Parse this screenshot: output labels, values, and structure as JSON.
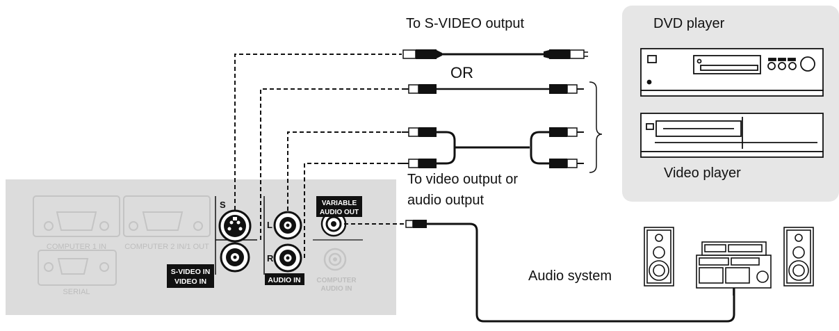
{
  "labels": {
    "svideo_output": "To S-VIDEO output",
    "or": "OR",
    "video_audio_output_line1": "To video output or",
    "video_audio_output_line2": "audio output",
    "dvd_player": "DVD player",
    "video_player": "Video player",
    "audio_system": "Audio system"
  },
  "panel": {
    "s_jack": "S",
    "left_channel": "L",
    "right_channel": "R",
    "variable_audio_out_line1": "VARIABLE",
    "variable_audio_out_line2": "AUDIO OUT",
    "svideo_in": "S-VIDEO IN",
    "video_in": "VIDEO IN",
    "audio_in": "AUDIO IN",
    "computer_audio_in_line1": "COMPUTER",
    "computer_audio_in_line2": "AUDIO IN",
    "computer1_in": "COMPUTER 1 IN",
    "computer2_in_out": "COMPUTER 2 IN/1 OUT",
    "serial": "SERIAL"
  },
  "colors": {
    "panel_bg": "#dcdcdc",
    "device_bg": "#e6e6e6",
    "line": "#111111",
    "faded": "#bdbdbd"
  }
}
